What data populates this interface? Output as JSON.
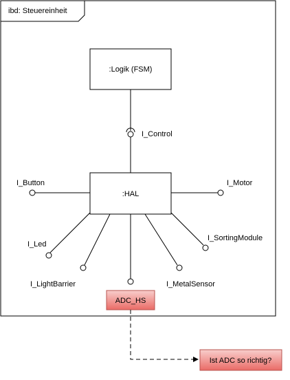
{
  "frame": {
    "label": "ibd: Steuereinheit"
  },
  "blocks": {
    "logik": ":Logik (FSM)",
    "hal": ":HAL"
  },
  "interfaces": {
    "control": "I_Control",
    "button": "I_Button",
    "motor": "I_Motor",
    "led": "I_Led",
    "sorting_module": "I_SortingModule",
    "light_barrier": "I_LightBarrier",
    "metal_sensor": "I_MetalSensor"
  },
  "notes": {
    "adc_hs": "ADC_HS",
    "question": "Ist ADC so richtig?"
  },
  "colors": {
    "note_fill": "#f08080",
    "note_fill_light": "#f8cecc",
    "note_stroke": "#b85450",
    "line": "#000000"
  }
}
